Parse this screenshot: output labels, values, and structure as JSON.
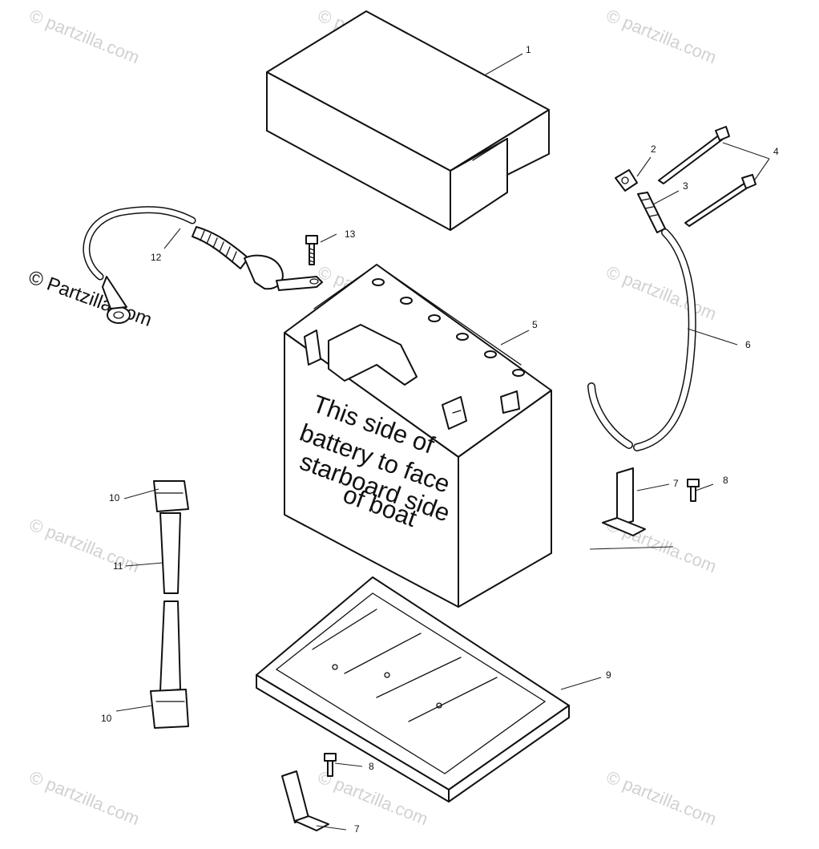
{
  "copyright": "© Partzilla.com",
  "watermark": "© partzilla.com",
  "battery_label": [
    "This side of",
    "battery to face",
    "starboard side",
    "of boat"
  ],
  "callouts": {
    "c1": "1",
    "c2": "2",
    "c3": "3",
    "c4": "4",
    "c5": "5",
    "c6": "6",
    "c7a": "7",
    "c7b": "7",
    "c8a": "8",
    "c8b": "8",
    "c9": "9",
    "c10a": "10",
    "c10b": "10",
    "c11": "11",
    "c12": "12",
    "c13": "13"
  }
}
